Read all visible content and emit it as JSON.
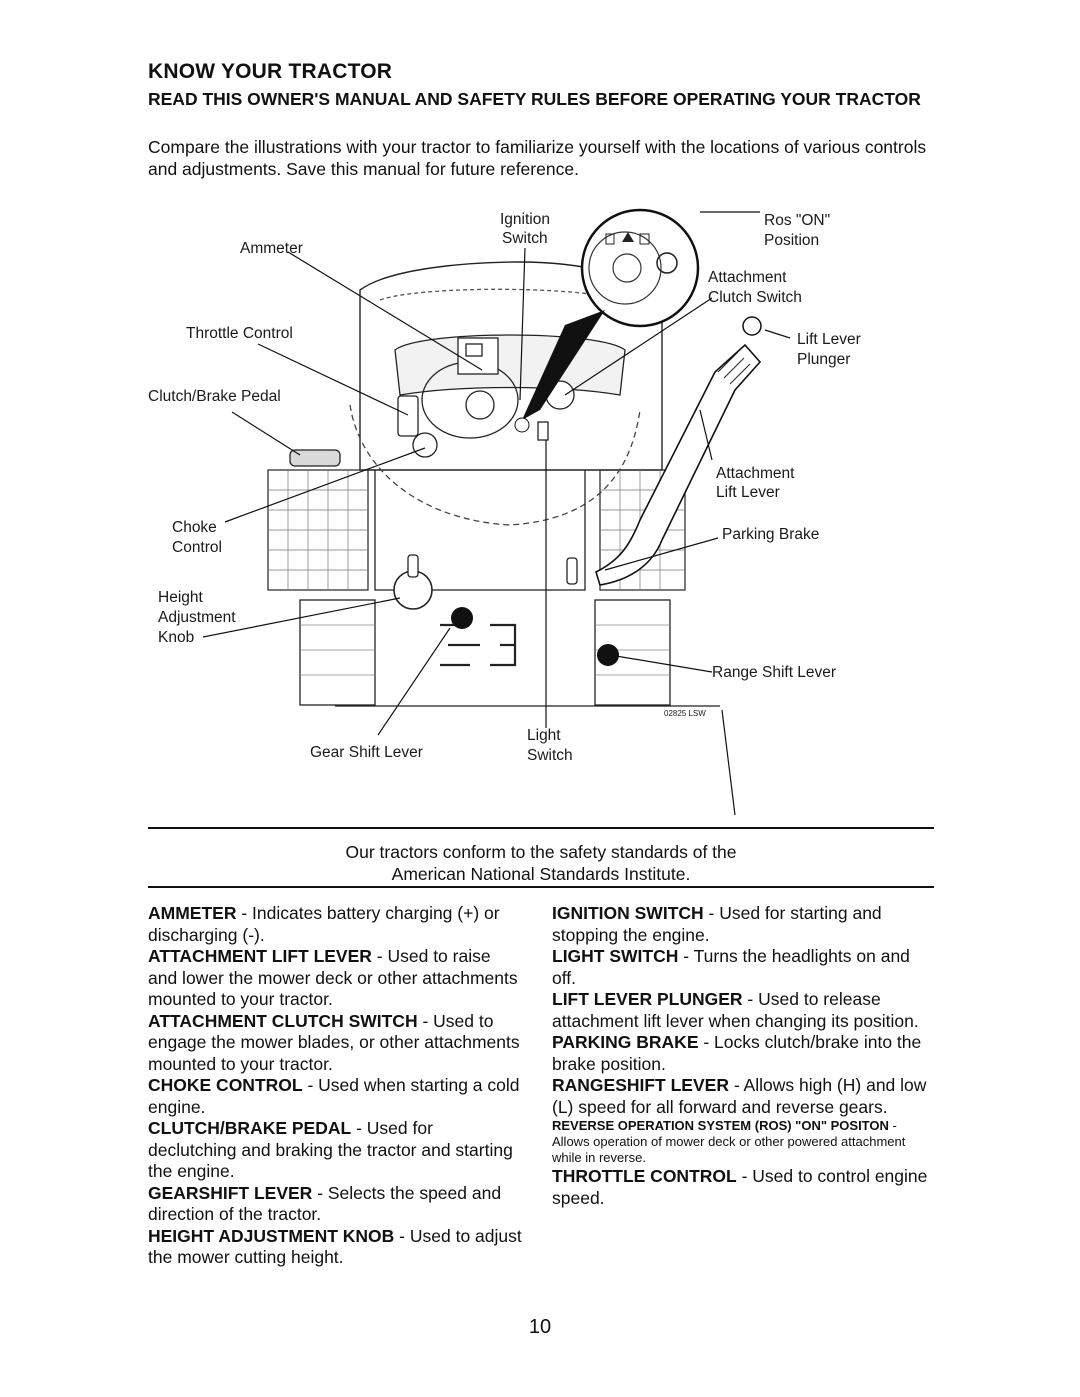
{
  "header": {
    "title": "KNOW YOUR TRACTOR",
    "subtitle": "READ THIS OWNER'S MANUAL AND SAFETY RULES BEFORE OPERATING YOUR TRACTOR",
    "intro": "Compare the illustrations with your tractor to familiarize yourself with the locations of various controls and adjustments. Save this manual for future reference."
  },
  "figure": {
    "callouts": {
      "ammeter": "Ammeter",
      "ignition": [
        "Ignition",
        "Switch"
      ],
      "ros": [
        "Ros \"ON\"",
        "Position"
      ],
      "attachment_clutch": [
        "Attachment",
        "Clutch Switch"
      ],
      "throttle": "Throttle Control",
      "lift_plunger": [
        "Lift Lever",
        "Plunger"
      ],
      "clutch_brake": "Clutch/Brake Pedal",
      "attachment_lift": [
        "Attachment",
        "Lift Lever"
      ],
      "choke": [
        "Choke",
        "Control"
      ],
      "parking_brake": "Parking Brake",
      "height": [
        "Height",
        "Adjustment",
        "Knob"
      ],
      "range_shift": "Range Shift Lever",
      "gear_shift": "Gear Shift Lever",
      "light": [
        "Light",
        "Switch"
      ],
      "figure_code": "02825 LSW"
    }
  },
  "standards_note": [
    "Our tractors conform to the safety standards of the",
    "American National Standards Institute."
  ],
  "definitions_left": [
    {
      "term": "AMMETER",
      "text": " - Indicates battery charging (+) or discharging (-)."
    },
    {
      "term": "ATTACHMENT LIFT LEVER",
      "text": " - Used to raise and lower the mower deck or other attachments mounted to your tractor."
    },
    {
      "term": "ATTACHMENT CLUTCH SWITCH",
      "text": " - Used to engage the mower blades, or other attachments mounted to your tractor."
    },
    {
      "term": "CHOKE CONTROL",
      "text": " - Used when starting a cold engine."
    },
    {
      "term": "CLUTCH/BRAKE PEDAL",
      "text": " - Used for declutching and braking the tractor and starting the engine."
    },
    {
      "term": "GEARSHIFT LEVER",
      "text": " - Selects the speed and direction of the tractor."
    },
    {
      "term": "HEIGHT ADJUSTMENT KNOB",
      "text": " - Used to adjust the mower cutting height."
    }
  ],
  "definitions_right": [
    {
      "term": "IGNITION SWITCH",
      "text": " - Used for starting and stopping the engine."
    },
    {
      "term": "LIGHT SWITCH",
      "text": " - Turns the headlights on and off."
    },
    {
      "term": "LIFT LEVER PLUNGER",
      "text": " - Used to release attachment lift lever when changing its position."
    },
    {
      "term": "PARKING BRAKE",
      "text": " - Locks clutch/brake into the brake position."
    },
    {
      "term": "RANGESHIFT LEVER",
      "text": " - Allows high (H) and low (L) speed for all forward and reverse gears."
    },
    {
      "term": "REVERSE OPERATION SYSTEM (ROS) \"ON\" POSITON",
      "text": " - Allows operation of mower deck or other powered attachment while in reverse."
    },
    {
      "term": "THROTTLE CONTROL",
      "text": " - Used to control engine speed."
    }
  ],
  "page_number": "10"
}
